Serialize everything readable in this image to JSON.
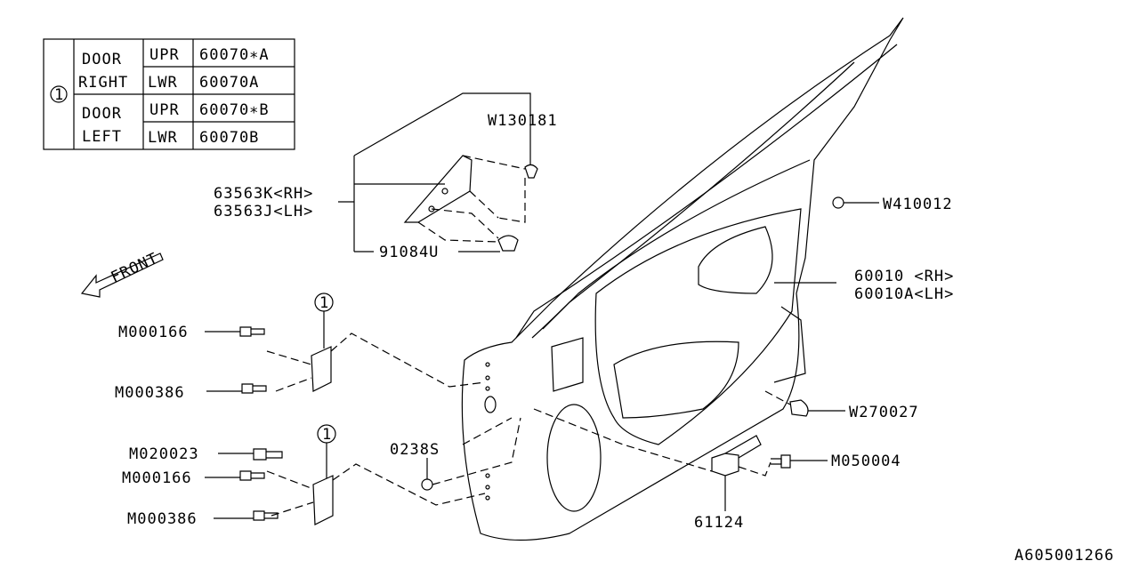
{
  "table": {
    "ref": "1",
    "rows": [
      {
        "group": "DOOR",
        "side": "RIGHT",
        "upr_label": "UPR",
        "upr_part": "60070∗A",
        "lwr_label": "LWR",
        "lwr_part": "60070A"
      },
      {
        "group": "DOOR",
        "side": "LEFT",
        "upr_label": "UPR",
        "upr_part": "60070∗B",
        "lwr_label": "LWR",
        "lwr_part": "60070B"
      }
    ]
  },
  "labels": {
    "w130181": "W130181",
    "p63563k": "63563K<RH>",
    "p63563j": "63563J<LH>",
    "p91084u": "91084U",
    "w410012": "W410012",
    "p60010": "60010 <RH>",
    "p60010a": "60010A<LH>",
    "front": "FRONT",
    "m000166_a": "M000166",
    "m000386_a": "M000386",
    "m020023": "M020023",
    "m000166_b": "M000166",
    "m000386_b": "M000386",
    "p0238s": "0238S",
    "w270027": "W270027",
    "m050004": "M050004",
    "p61124": "61124",
    "callout_1a": "1",
    "callout_1b": "1"
  },
  "diagram_id": "A605001266"
}
